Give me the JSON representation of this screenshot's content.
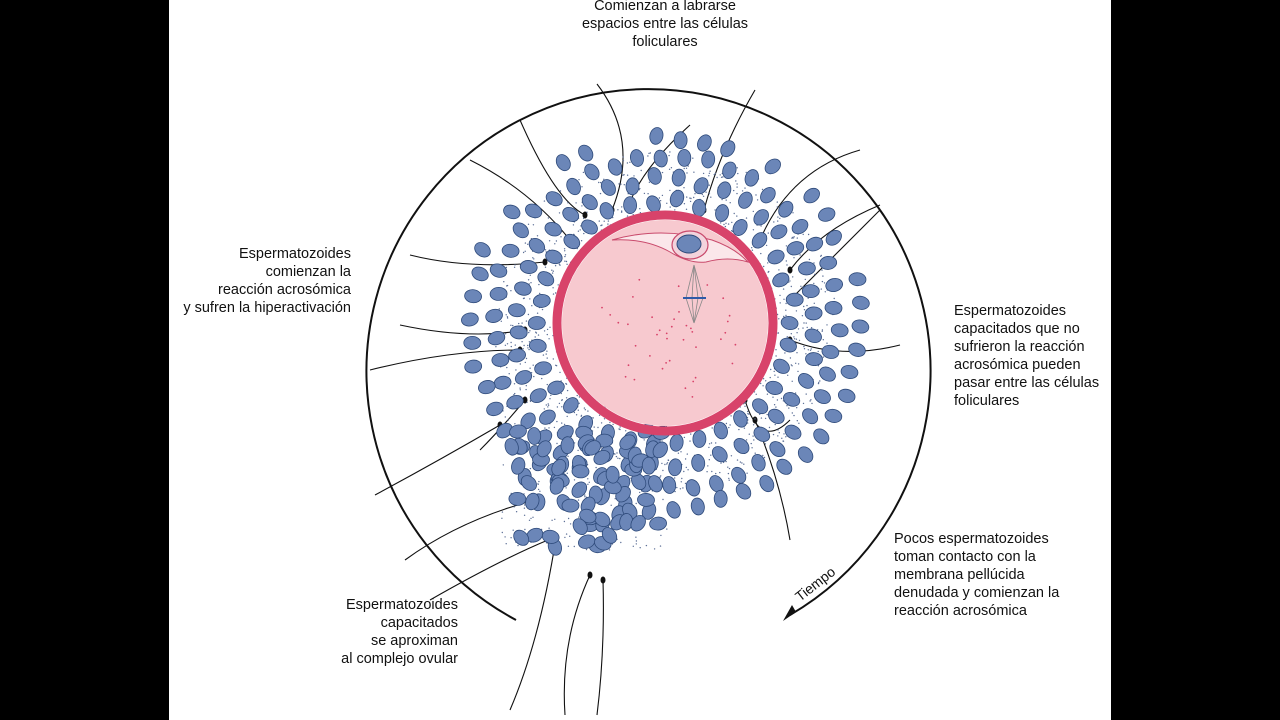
{
  "labels": {
    "top": "Comienzan a labrarse\nespacios entre las células\nfoliculares",
    "left": "Espermatozoides\ncomienzan la\nreacción acrosómica\ny sufren la hiperactivación",
    "right": "Espermatozoides\ncapacitados que no\nsufrieron la reacción\nacrosómica pueden\npasar entre las células\nfoliculares",
    "bottom_left": "Espermatozoides\ncapacitados\nse aproximan\nal complejo ovular",
    "bottom_right": "Pocos espermatozoides\ntoman contacto con la\nmembrana pellúcida\ndenudada y comienzan la\nreacción acrosómica",
    "time_arrow": "Tiempo"
  },
  "colors": {
    "background": "#000000",
    "panel": "#ffffff",
    "follicular_cell": "#6b86b8",
    "follicular_cell_stroke": "#2e4a7a",
    "zona_pellucida": "#d8436a",
    "oocyte": "#f7c9cf",
    "stroke": "#111111"
  }
}
